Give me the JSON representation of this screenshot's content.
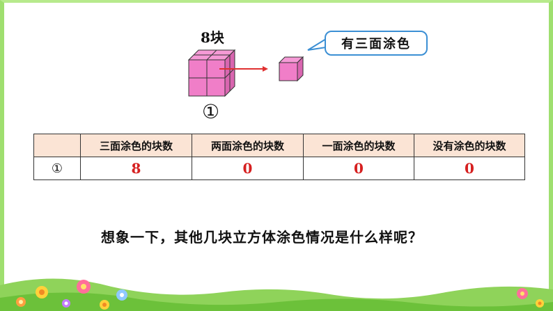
{
  "figure": {
    "count_label": "8块",
    "cube_number": "①",
    "callout_text": "有三面涂色",
    "cube_color": "#f07ec8",
    "arrow_color": "#e03030"
  },
  "table": {
    "headers": [
      "",
      "三面涂色的块数",
      "两面涂色的块数",
      "一面涂色的块数",
      "没有涂色的块数"
    ],
    "rows": [
      {
        "label": "①",
        "values": [
          "8",
          "0",
          "0",
          "0"
        ]
      }
    ]
  },
  "question": "想象一下，其他几块立方体涂色情况是什么样呢？"
}
